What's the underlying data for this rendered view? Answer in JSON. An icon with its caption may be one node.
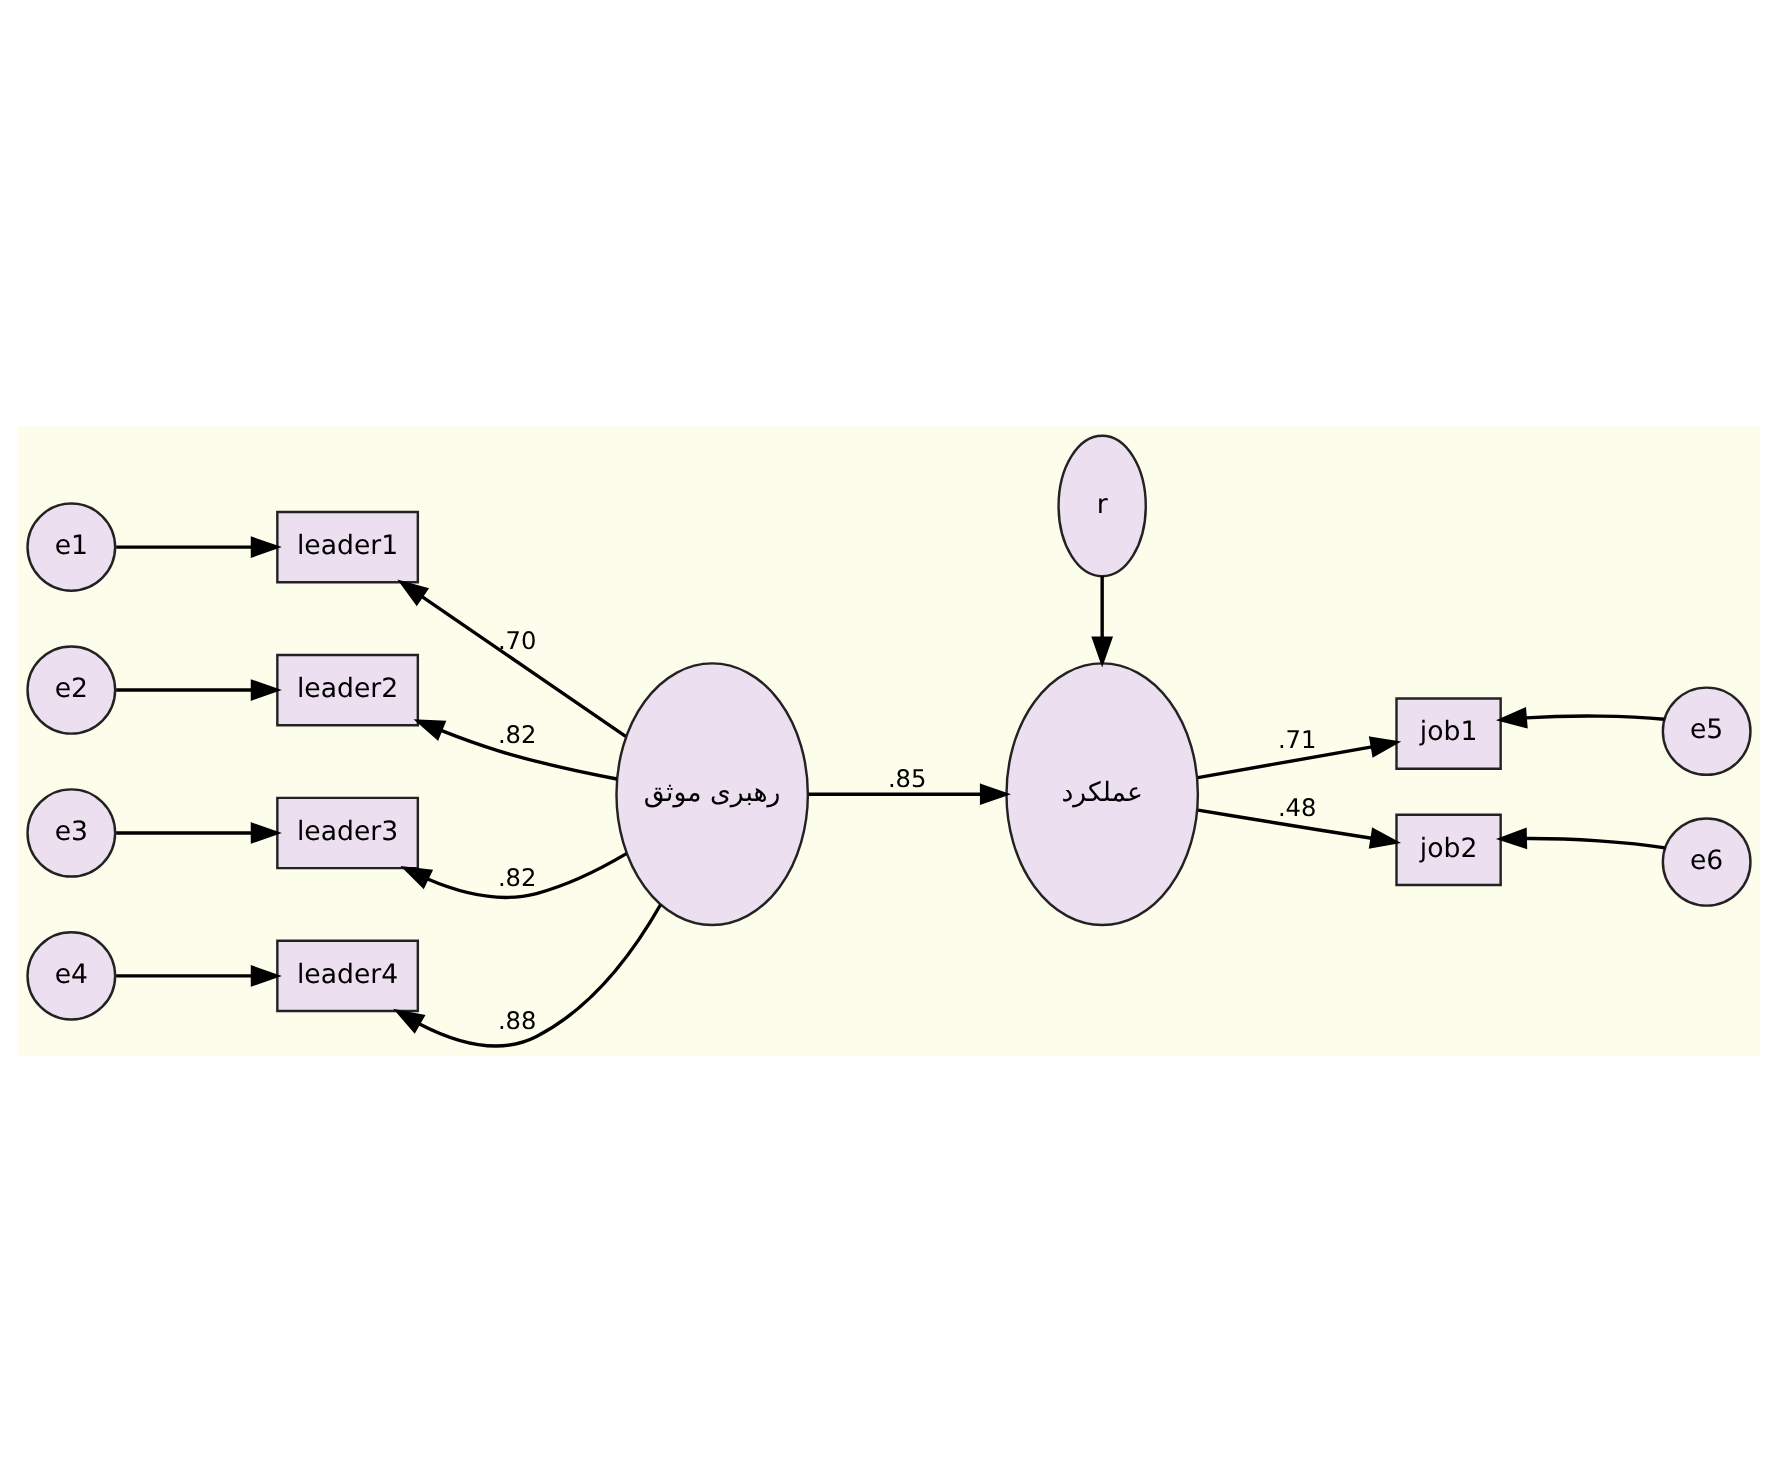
{
  "diagram": {
    "nodes": [
      {
        "text": [
          "e1"
        ]
      },
      {
        "text": [
          "leader1"
        ]
      },
      {
        "text": [
          "e2"
        ]
      },
      {
        "text": [
          "leader2"
        ]
      },
      {
        "text": [
          "e3"
        ]
      },
      {
        "text": [
          "leader3"
        ]
      },
      {
        "text": [
          "e4"
        ]
      },
      {
        "text": [
          "leader4"
        ]
      },
      {
        "text": [
          "رهبری موثق"
        ]
      },
      {
        "text": [
          "r"
        ]
      },
      {
        "text": [
          "عملکرد"
        ]
      },
      {
        "text": [
          "job1"
        ]
      },
      {
        "text": [
          "e5"
        ]
      },
      {
        "text": [
          "job2"
        ]
      },
      {
        "text": [
          "e6"
        ]
      }
    ],
    "edges": [
      {
        "from": 0,
        "to": 1,
        "arrow": "to"
      },
      {
        "from": 2,
        "to": 3,
        "arrow": "to"
      },
      {
        "from": 4,
        "to": 5,
        "arrow": "to"
      },
      {
        "from": 6,
        "to": 7,
        "arrow": "to"
      },
      {
        "from": 8,
        "to": 1,
        "arrow": "to",
        "label": ".70"
      },
      {
        "from": 8,
        "to": 3,
        "arrow": "to",
        "label": ".82"
      },
      {
        "from": 8,
        "to": 5,
        "arrow": "to",
        "label": ".82"
      },
      {
        "from": 8,
        "to": 7,
        "arrow": "to",
        "label": ".88"
      },
      {
        "from": 8,
        "to": 10,
        "arrow": "to",
        "label": ".85"
      },
      {
        "from": 9,
        "to": 10,
        "arrow": "to"
      },
      {
        "from": 10,
        "to": 11,
        "arrow": "to",
        "label": ".71"
      },
      {
        "from": 10,
        "to": 13,
        "arrow": "to",
        "label": ".48"
      },
      {
        "from": 12,
        "to": 11,
        "arrow": "to"
      },
      {
        "from": 14,
        "to": 13,
        "arrow": "to"
      }
    ]
  }
}
